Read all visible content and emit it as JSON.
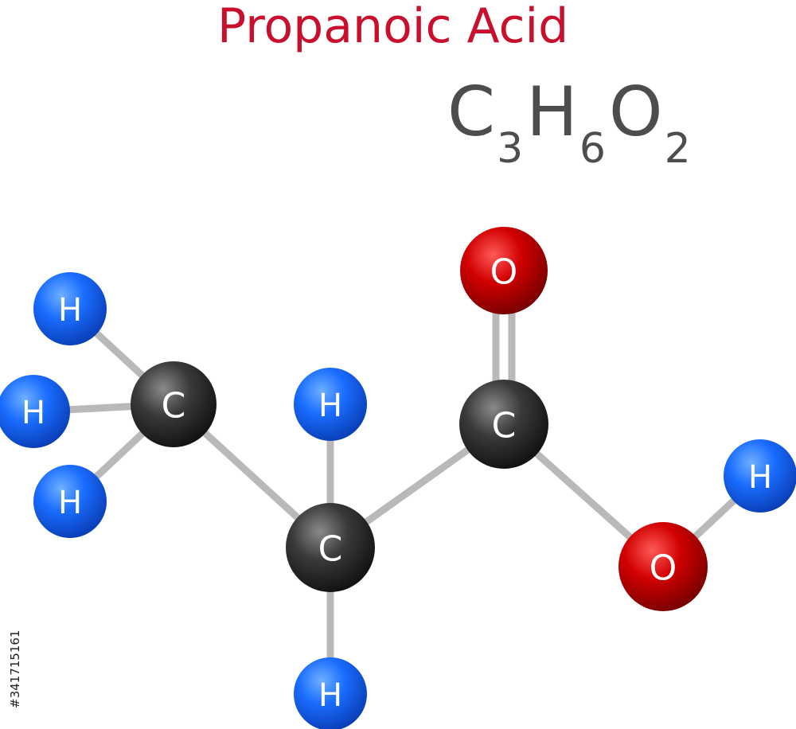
{
  "title": "Propanoic Acid",
  "formula": {
    "parts": [
      {
        "element": "C",
        "count": "3"
      },
      {
        "element": "H",
        "count": "6"
      },
      {
        "element": "O",
        "count": "2"
      }
    ]
  },
  "stock_id": "#341715161",
  "colors": {
    "title": "#c8102e",
    "formula": "#4d4d4d",
    "carbon": "#2e2e2e",
    "hydrogen": "#1a6dff",
    "oxygen": "#d10000",
    "bond": "#b9b9b9"
  },
  "atoms": [
    {
      "id": "h1",
      "element": "H",
      "label": "H"
    },
    {
      "id": "h2",
      "element": "H",
      "label": "H"
    },
    {
      "id": "h3",
      "element": "H",
      "label": "H"
    },
    {
      "id": "c1",
      "element": "C",
      "label": "C"
    },
    {
      "id": "h4",
      "element": "H",
      "label": "H"
    },
    {
      "id": "c2",
      "element": "C",
      "label": "C"
    },
    {
      "id": "h5",
      "element": "H",
      "label": "H"
    },
    {
      "id": "c3",
      "element": "C",
      "label": "C"
    },
    {
      "id": "o1",
      "element": "O",
      "label": "O"
    },
    {
      "id": "o2",
      "element": "O",
      "label": "O"
    },
    {
      "id": "h6",
      "element": "H",
      "label": "H"
    }
  ],
  "bonds": [
    {
      "from": "h1",
      "to": "c1",
      "order": 1
    },
    {
      "from": "h2",
      "to": "c1",
      "order": 1
    },
    {
      "from": "h3",
      "to": "c1",
      "order": 1
    },
    {
      "from": "c1",
      "to": "c2",
      "order": 1
    },
    {
      "from": "c2",
      "to": "h4",
      "order": 1
    },
    {
      "from": "c2",
      "to": "h5",
      "order": 1
    },
    {
      "from": "c2",
      "to": "c3",
      "order": 1
    },
    {
      "from": "c3",
      "to": "o1",
      "order": 2
    },
    {
      "from": "c3",
      "to": "o2",
      "order": 1
    },
    {
      "from": "o2",
      "to": "h6",
      "order": 1
    }
  ]
}
